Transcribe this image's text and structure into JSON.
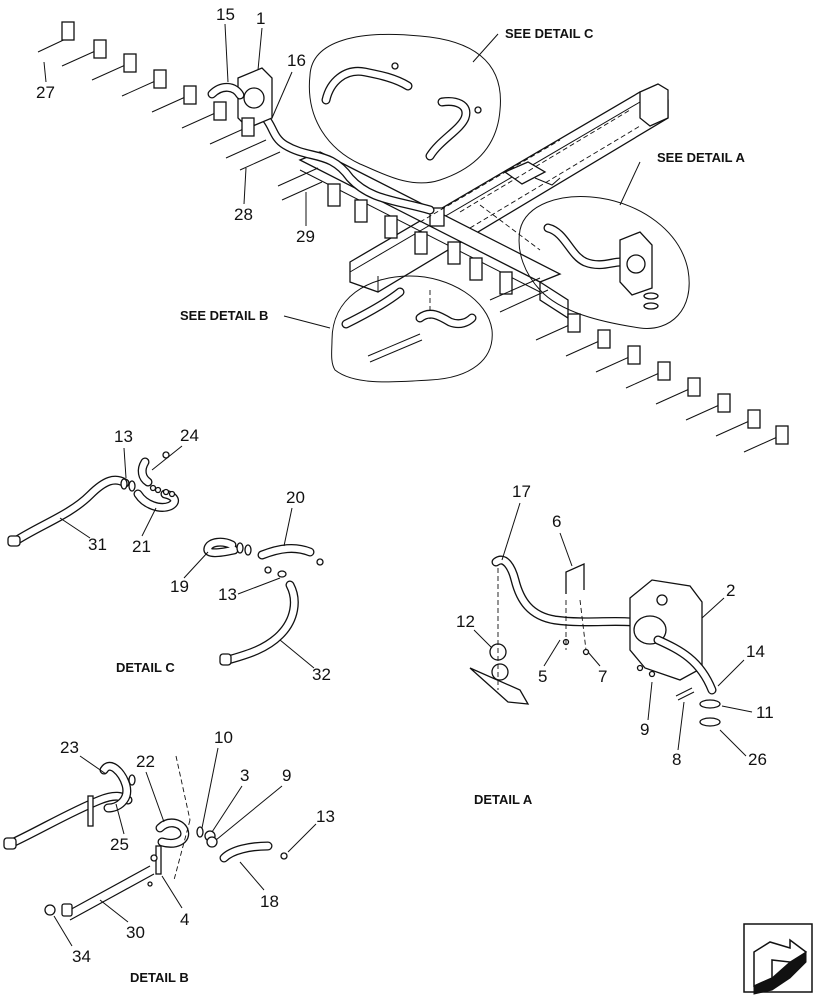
{
  "callouts": {
    "c1": "1",
    "c2": "2",
    "c3": "3",
    "c4": "4",
    "c5": "5",
    "c6": "6",
    "c7": "7",
    "c8": "8",
    "c9a": "9",
    "c9b": "9",
    "c10": "10",
    "c11": "11",
    "c12": "12",
    "c13a": "13",
    "c13b": "13",
    "c13c": "13",
    "c14": "14",
    "c15": "15",
    "c16": "16",
    "c17": "17",
    "c18": "18",
    "c19": "19",
    "c20": "20",
    "c21": "21",
    "c22": "22",
    "c23": "23",
    "c24": "24",
    "c25": "25",
    "c26": "26",
    "c27": "27",
    "c28": "28",
    "c29": "29",
    "c30": "30",
    "c31": "31",
    "c32": "32",
    "c34": "34"
  },
  "labels": {
    "see_detail_a": "SEE DETAIL  A",
    "see_detail_b": "SEE DETAIL  B",
    "see_detail_c": "SEE DETAIL  C",
    "detail_a": "DETAIL A",
    "detail_b": "DETAIL B",
    "detail_c": "DETAIL C"
  }
}
